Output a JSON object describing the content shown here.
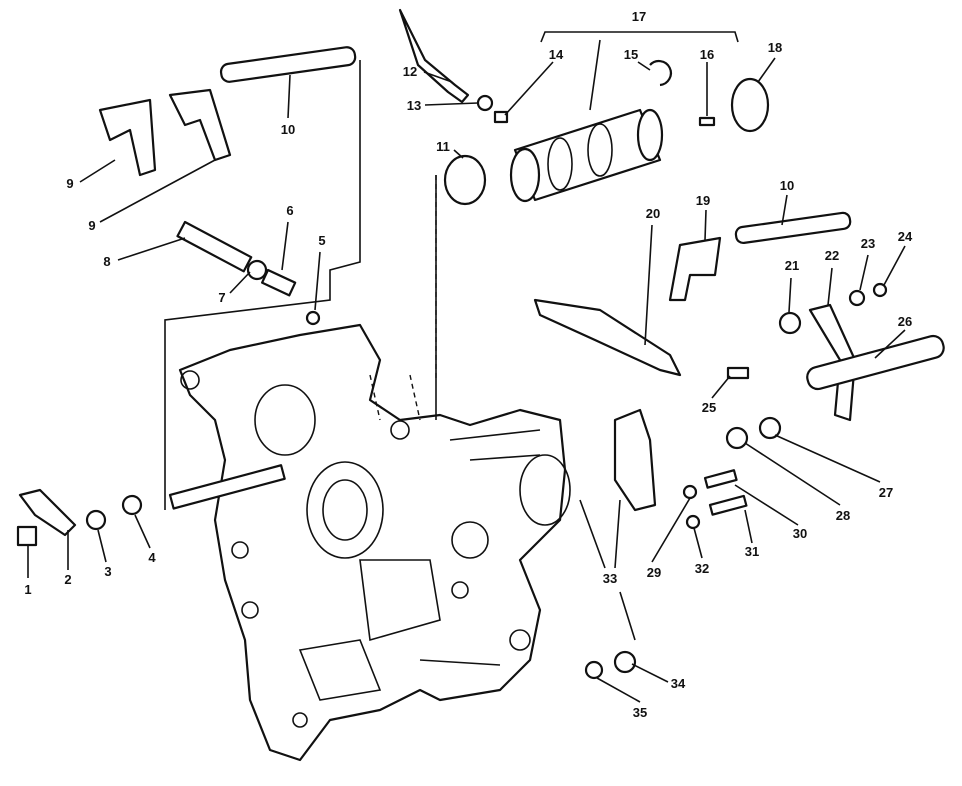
{
  "diagram": {
    "type": "exploded-parts-diagram",
    "callouts": [
      "1",
      "2",
      "3",
      "4",
      "5",
      "6",
      "7",
      "8",
      "9",
      "9",
      "10",
      "10",
      "11",
      "12",
      "13",
      "14",
      "15",
      "16",
      "17",
      "18",
      "19",
      "20",
      "21",
      "22",
      "23",
      "24",
      "25",
      "26",
      "27",
      "28",
      "29",
      "30",
      "31",
      "32",
      "33",
      "34",
      "35"
    ]
  }
}
